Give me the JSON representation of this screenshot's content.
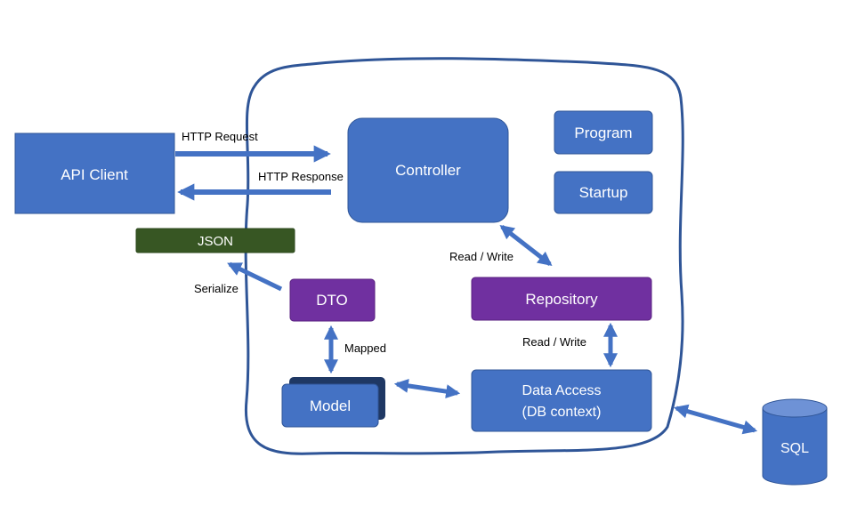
{
  "colors": {
    "blue_box": "#4472C4",
    "blue_box_border": "#2F5597",
    "purple_box": "#7030A0",
    "green_box": "#375623",
    "dark_navy": "#1F3864",
    "arrow": "#4472C4",
    "boundary": "#2F5597"
  },
  "boxes": {
    "api_client": "API Client",
    "controller": "Controller",
    "program": "Program",
    "startup": "Startup",
    "json": "JSON",
    "dto": "DTO",
    "repository": "Repository",
    "model": "Model",
    "data_access_line1": "Data Access",
    "data_access_line2": "(DB context)",
    "sql": "SQL"
  },
  "labels": {
    "http_request": "HTTP Request",
    "http_response": "HTTP Response",
    "read_write_controller": "Read / Write",
    "serialize": "Serialize",
    "mapped": "Mapped",
    "read_write_repository": "Read / Write"
  }
}
